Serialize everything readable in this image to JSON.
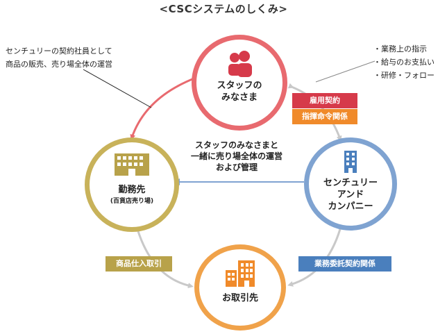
{
  "title": "<CSCシステムのしくみ>",
  "nodes": {
    "staff": {
      "line1": "スタッフの",
      "line2": "みなさま"
    },
    "workplace": {
      "line1": "勤務先",
      "sub": "(百貨店売り場)"
    },
    "century": {
      "line1": "センチュリー",
      "line2": "アンド",
      "line3": "カンパニー"
    },
    "client": {
      "line1": "お取引先"
    }
  },
  "notes": {
    "left": [
      "センチュリーの契約社員として",
      "商品の販売、売り場全体の運営"
    ],
    "right": [
      "・業務上の指示",
      "・給与のお支払い",
      "・研修・フォロー"
    ],
    "center": [
      "スタッフのみなさまと",
      "一緒に売り場全体の運営",
      "および管理"
    ]
  },
  "tags": {
    "employment": "雇用契約",
    "command": "指揮命令関係",
    "goods": "商品仕入取引",
    "outsourcing": "業務委託契約関係"
  },
  "colors": {
    "staff": "#e86a6f",
    "workplace": "#c8b25a",
    "century": "#7fa3d1",
    "client": "#f0a24a",
    "employment_tag": "#d63a4a",
    "command_tag": "#f08a2a",
    "goods_tag": "#b8a24a",
    "outsourcing_tag": "#4a7fbd",
    "ring": "#c9c9c9"
  },
  "icons": {
    "staff": "people-icon",
    "workplace": "building-icon",
    "century": "office-tower-icon",
    "client": "office-buildings-icon"
  }
}
